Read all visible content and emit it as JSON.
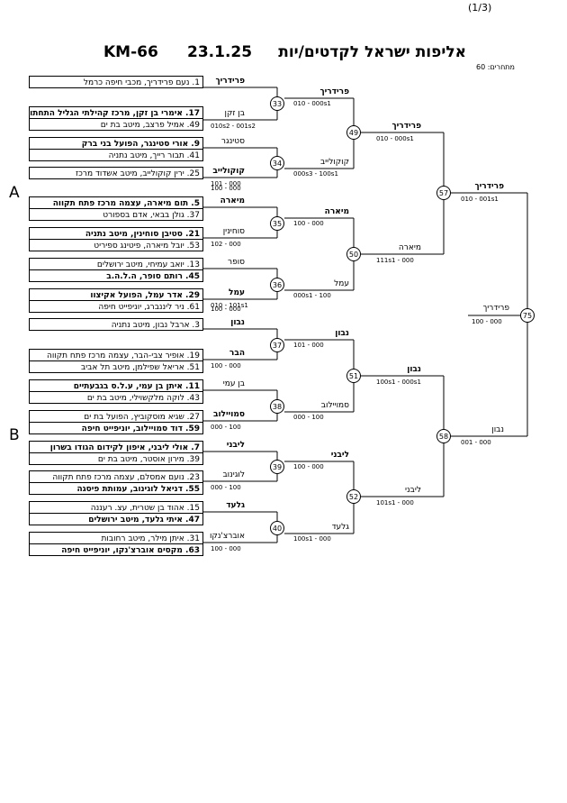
{
  "header": {
    "page": "(1/3)",
    "title": "אליפות ישראל לקדטים/יות",
    "date": "23.1.25",
    "category": "KM-66",
    "participants": "מתחרים: 60"
  },
  "sections": [
    "A",
    "B"
  ],
  "players": [
    {
      "text": "1. נעם פרידריך, מכבי חיפה כרמל",
      "bold": false
    },
    {
      "text": "17. אימרי בן זקן, מרכז קהילתי הגליל התחתון",
      "bold": true
    },
    {
      "text": "49. אמיל פרצב, מיטב בת ים",
      "bold": false
    },
    {
      "text": "9. אורי סטינגר, הפועל בני ברק",
      "bold": true
    },
    {
      "text": "41. תבור רייך, מיטב נתניה",
      "bold": false
    },
    {
      "text": "25. ירין קוקולייב, מיטב אשדוד מרכז",
      "bold": false
    },
    {
      "text": "5. תום מיארה, עצמה מרכז פתח תקווה",
      "bold": true
    },
    {
      "text": "37. גולן בבאי, אדם בספורט",
      "bold": false
    },
    {
      "text": "21. סטיבן סוחינין, מיטב נתניה",
      "bold": true
    },
    {
      "text": "53. יובל מיארה, פיטינג ספיריט",
      "bold": false
    },
    {
      "text": "13. יואב עמיחי, מיטב ירושלים",
      "bold": false
    },
    {
      "text": "45. רותם סופר, ה.ל.ה.ב",
      "bold": true
    },
    {
      "text": "29. אדר עמל, הפועל אקיצוו",
      "bold": true
    },
    {
      "text": "61. ניר ליננברג, יוניפייט חיפה",
      "bold": false
    },
    {
      "text": "3. ארבל נבון, מיטב נתניה",
      "bold": false
    },
    {
      "text": "19. אופיר צבי-הבר, עצמה מרכז פתח תקווה",
      "bold": false
    },
    {
      "text": "51. אריאל שפילמן, מיטב תל אביב",
      "bold": false
    },
    {
      "text": "11. איתן בן עמי, ע.ל.ס בגבעתיים",
      "bold": true
    },
    {
      "text": "43. לוקה מלקשוילי, מיטב בת ים",
      "bold": false
    },
    {
      "text": "27. שגיא מוסקוביץ, הפועל בת ים",
      "bold": false
    },
    {
      "text": "59. דוד סמויילוב, יוניפייט חיפה",
      "bold": true
    },
    {
      "text": "7. אולי ליבני, איפון לקידום הגודו בשרון",
      "bold": true
    },
    {
      "text": "39. מירון אוסטר, מיטב בת ים",
      "bold": false
    },
    {
      "text": "23. נועם אמסלם, עצמה מרכז פתח תקווה",
      "bold": false
    },
    {
      "text": "55. דניאל לוגינוב, עמותת פיסגה",
      "bold": true
    },
    {
      "text": "15. אהוד בן שטרית, עצ. רעננה",
      "bold": false
    },
    {
      "text": "47. איתי גלעד, מיטב ירושלים",
      "bold": true
    },
    {
      "text": "31. איתן מילר, מיטב רחובות",
      "bold": false
    },
    {
      "text": "63. מקסים אוברצ'נקו, יוניפייט חיפה",
      "bold": true
    }
  ],
  "r1": [
    {
      "top": "פרידריך",
      "top_bold": true,
      "bottom": "בן זקן",
      "bottom_bold": false,
      "score": "010s2 - 001s2"
    },
    {
      "top": "סטינגר",
      "top_bold": false,
      "bottom": "קוקולייב",
      "bottom_bold": true,
      "score": "101 - 000"
    },
    {
      "top": "מיארה",
      "top_bold": true,
      "bottom": "סוחינין",
      "bottom_bold": false,
      "score": "102 - 000"
    },
    {
      "top": "סופר",
      "top_bold": false,
      "bottom": "עמל",
      "bottom_bold": true,
      "score": "010 - 101s1"
    },
    {
      "top": "נבון",
      "top_bold": true,
      "bottom": "הבר",
      "bottom_bold": true,
      "score": "100 - 000"
    },
    {
      "top": "בן עמי",
      "top_bold": false,
      "bottom": "סמויילוב",
      "bottom_bold": true,
      "score": "000 - 100"
    },
    {
      "top": "ליבני",
      "top_bold": true,
      "bottom": "לוגינוב",
      "bottom_bold": false,
      "score": "000 - 100"
    },
    {
      "top": "גלעד",
      "top_bold": true,
      "bottom": "אוברצ'נקו",
      "bottom_bold": false,
      "score": "100 - 000"
    }
  ],
  "r1_extra_scores": [
    "100 - 000",
    "100 - 000"
  ],
  "r2": [
    {
      "num": "33",
      "winner": "פרידריך",
      "bold": true,
      "score": "010 - 000s1"
    },
    {
      "num": "34",
      "winner": "קוקולייב",
      "bold": false,
      "score": "000s3 - 100s1"
    },
    {
      "num": "35",
      "winner": "מיארה",
      "bold": true,
      "score": "100 - 000"
    },
    {
      "num": "36",
      "winner": "עמל",
      "bold": false,
      "score": "000s1 - 100"
    },
    {
      "num": "37",
      "winner": "נבון",
      "bold": true,
      "score": "101 - 000"
    },
    {
      "num": "38",
      "winner": "סמויילוב",
      "bold": false,
      "score": "000 - 100"
    },
    {
      "num": "39",
      "winner": "ליבני",
      "bold": true,
      "score": "100 - 000"
    },
    {
      "num": "40",
      "winner": "גלעד",
      "bold": false,
      "score": "100s1 - 000"
    }
  ],
  "r3": [
    {
      "num": "49",
      "winner": "פרידריך",
      "bold": true,
      "score": "010 - 000s1"
    },
    {
      "num": "50",
      "winner": "מיארה",
      "bold": false,
      "score": "111s1 - 000"
    },
    {
      "num": "51",
      "winner": "נבון",
      "bold": true,
      "score": "100s1 - 000s1"
    },
    {
      "num": "52",
      "winner": "ליבני",
      "bold": false,
      "score": "101s1 - 000"
    }
  ],
  "r4": [
    {
      "num": "57",
      "winner": "פרידריך",
      "bold": true,
      "score": "010 - 001s1"
    },
    {
      "num": "58",
      "winner": "נבון",
      "bold": false,
      "score": "001 - 000"
    }
  ],
  "final": {
    "num": "75",
    "winner": "פרידריך",
    "score": "100 - 000"
  }
}
